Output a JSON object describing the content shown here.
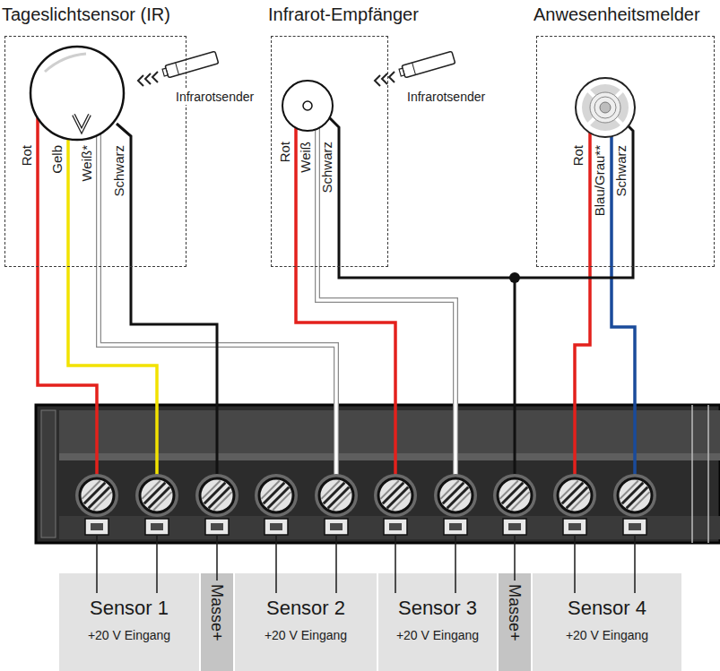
{
  "diagram": {
    "nodes": [
      {
        "text": [
          "Tageslichtsensor (IR)"
        ]
      },
      {
        "text": [
          "Infrarot-Empfänger"
        ]
      },
      {
        "text": [
          "Anwesenheitsmelder"
        ]
      },
      {
        "text": [
          "Sensor 1",
          "+20 V Eingang"
        ]
      },
      {
        "text": [
          "Masse+"
        ]
      },
      {
        "text": [
          "Sensor 2",
          "+20 V Eingang"
        ]
      },
      {
        "text": [
          "Sensor 3",
          "+20 V Eingang"
        ]
      },
      {
        "text": [
          "Masse+"
        ]
      },
      {
        "text": [
          "Sensor 4",
          "+20 V Eingang"
        ]
      }
    ],
    "labels": [
      "Infrarotsender",
      "Rot",
      "Gelb",
      "Weiß*",
      "Schwarz",
      "Infrarotsender",
      "Rot",
      "Weiß",
      "Schwarz",
      "Rot",
      "Blau/Grau**",
      "Schwarz"
    ]
  }
}
